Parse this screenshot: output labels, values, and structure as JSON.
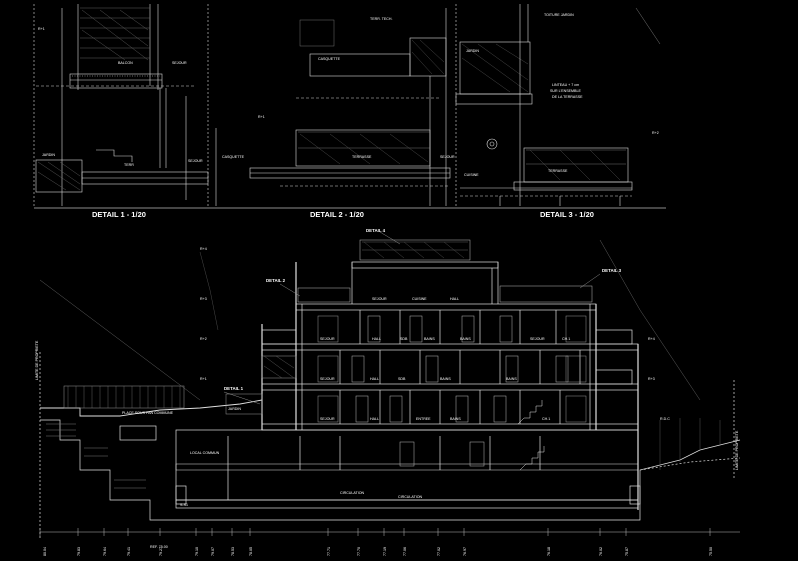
{
  "details": {
    "d1": {
      "title": "DETAIL 1 - 1/20",
      "rooms": {
        "r1": "R+1",
        "balcon": "BALCON",
        "sejour_top": "SEJOUR",
        "jardin": "JARDIN",
        "terr": "TERR",
        "sejour_bottom": "SEJOUR"
      }
    },
    "d2": {
      "title": "DETAIL 2 - 1/20",
      "rooms": {
        "terr_top": "TERR. TECH.",
        "casquette_top": "CASQUETTE",
        "rplus": "R+1",
        "casquette": "CASQUETTE",
        "terrasse": "TERRASSE",
        "sejour": "SEJOUR"
      }
    },
    "d3": {
      "title": "DETAIL 3 - 1/20",
      "rooms": {
        "toiture": "TOITURE JARDIN",
        "jardin": "JARDIN",
        "linteau": "LINTEAU + 7 cm",
        "linteau2": "SUR L'ENSEMBLE",
        "linteau3": "DE LA TERRASSE",
        "r2": "R+2",
        "cuisine": "CUISINE",
        "terrasse": "TERRASSE"
      }
    }
  },
  "section": {
    "callouts": {
      "detail1": "DETAIL 1",
      "detail2": "DETAIL 2",
      "detail3": "DETAIL 3",
      "detail4": "DETAIL 4"
    },
    "rooms": {
      "sejour": "SEJOUR",
      "cuisine": "CUISINE",
      "hall": "HALL",
      "sdb": "SDB",
      "bains": "BAINS",
      "ch1": "CH.1",
      "entree": "ENTREE",
      "jardin": "JARDIN",
      "parking": "PLACE SOUS PAN COMMUNE",
      "parking2": "CIRCULATION",
      "commun": "LOCAL COMMUN"
    },
    "levels": {
      "r4": "R+4",
      "r3": "R+3",
      "r2": "R+2",
      "r1": "R+1",
      "rdc": "R.D.C",
      "ss1": "S-S1"
    },
    "side_left": "LIMITE DE PROPRIETE",
    "side_right": "LIMITE DE PROPRIETE",
    "ref": "REF. 75.00"
  },
  "ruler": [
    "80.04",
    "79.83",
    "79.64",
    "79.41",
    "79.27",
    "79.10",
    "79.07",
    "78.53",
    "78.05",
    "77.71",
    "77.70",
    "77.19",
    "77.06",
    "77.02",
    "76.97",
    "76.18",
    "76.02",
    "75.87",
    "75.50"
  ]
}
